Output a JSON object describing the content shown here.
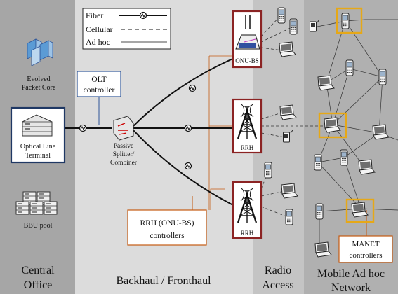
{
  "legend": {
    "fiber": "Fiber",
    "cellular": "Cellular",
    "adhoc": "Ad hoc"
  },
  "components": {
    "evolved_packet_core_line1": "Evolved",
    "evolved_packet_core_line2": "Packet Core",
    "olt_controller_line1": "OLT",
    "olt_controller_line2": "controller",
    "olt_line1": "Optical Line",
    "olt_line2": "Terminal",
    "bbu_pool": "BBU pool",
    "splitter_line1": "Passive",
    "splitter_line2": "Splitter/",
    "splitter_line3": "Combiner",
    "onu_bs": "ONU-BS",
    "rrh_top": "RRH",
    "rrh_bottom": "RRH",
    "rrh_controllers_line1": "RRH (ONU-BS)",
    "rrh_controllers_line2": "controllers",
    "manet_controllers_line1": "MANET",
    "manet_controllers_line2": "controllers"
  },
  "regions": {
    "central_office_line1": "Central",
    "central_office_line2": "Office",
    "backhaul": "Backhaul / Fronthaul",
    "radio_access_line1": "Radio",
    "radio_access_line2": "Access",
    "manet_line1": "Mobile Ad hoc",
    "manet_line2": "Network"
  },
  "colors": {
    "central_bg": "#a6a6a6",
    "backhaul_bg": "#dcdcdc",
    "radio_bg": "#c4c4c4",
    "manet_bg": "#b0b0b0",
    "station_box": "#8b2323",
    "manet_highlight": "#e6a817",
    "olt_box": "#1f3864",
    "controller_box_blue": "#2e5597",
    "controller_box_orange": "#c55a11"
  }
}
